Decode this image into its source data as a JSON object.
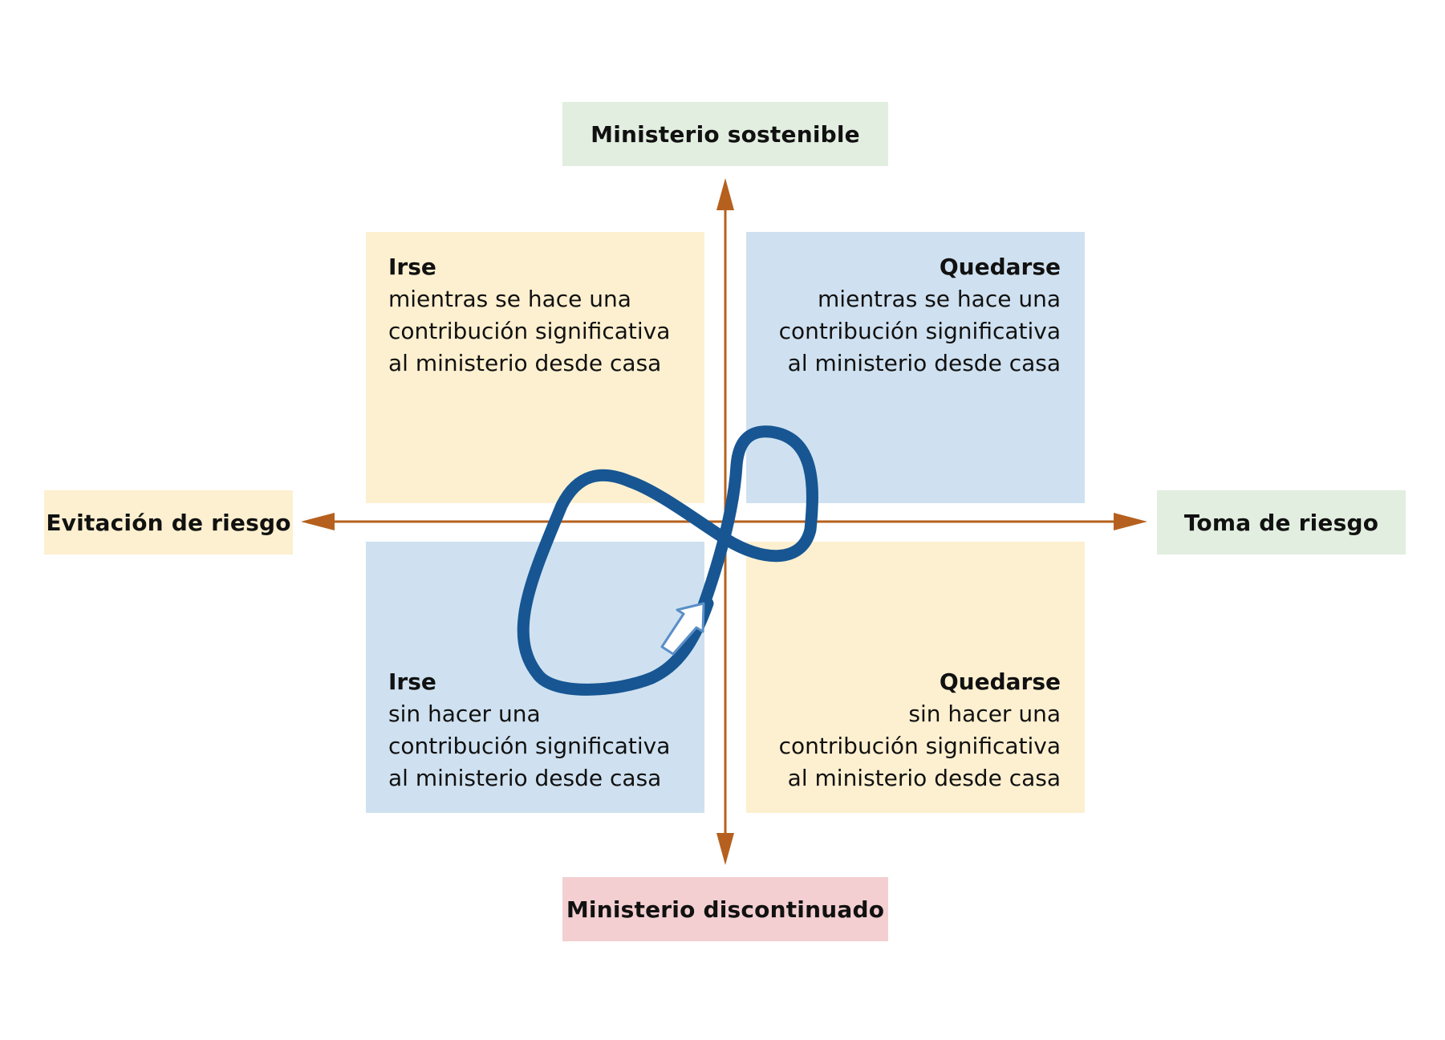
{
  "colors": {
    "yellow": "#fdf0d0",
    "blue": "#cfe1f0",
    "green": "#e2eee0",
    "pink": "#f3cfd1",
    "axis": "#b5601e",
    "loop": "#175693",
    "loop_outline": "#5a8fc7",
    "text": "#111111"
  },
  "axes": {
    "top": "Ministerio sostenible",
    "bottom": "Ministerio discontinuado",
    "left": "Evitación de riesgo",
    "right": "Toma de riesgo"
  },
  "quadrants": {
    "top_left": {
      "title": "Irse",
      "lines": [
        "mientras se hace una",
        "contribución significativa",
        "al ministerio desde casa"
      ]
    },
    "top_right": {
      "title": "Quedarse",
      "lines": [
        "mientras se hace una",
        "contribución significativa",
        "al ministerio desde casa"
      ]
    },
    "bottom_left": {
      "title": "Irse",
      "lines": [
        "sin hacer una",
        "contribución significativa",
        "al ministerio desde casa"
      ]
    },
    "bottom_right": {
      "title": "Quedarse",
      "lines": [
        "sin hacer una",
        "contribución significativa",
        "al ministerio desde casa"
      ]
    }
  },
  "icons": {
    "axis_arrows": "arrowhead-icon",
    "loop": "figure-eight-loop-icon",
    "direction": "direction-arrow-icon"
  }
}
